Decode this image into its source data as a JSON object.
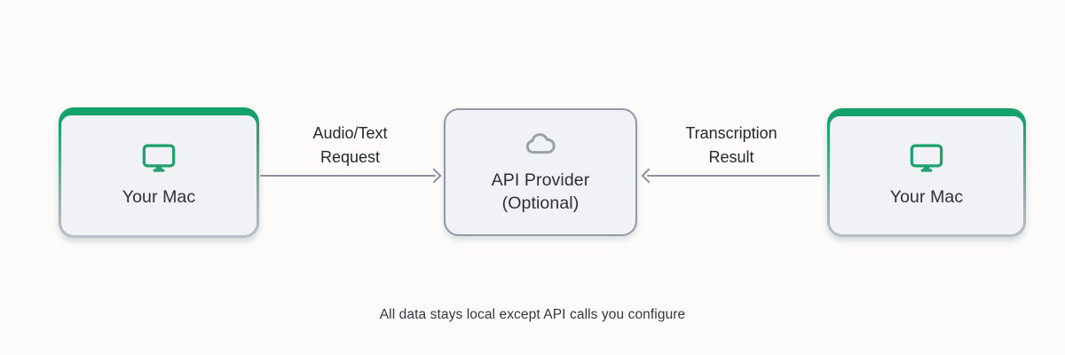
{
  "diagram": {
    "nodes": [
      {
        "id": "mac-left",
        "label": "Your Mac",
        "icon": "mac-display-icon",
        "style": "green"
      },
      {
        "id": "api-provider",
        "label_line1": "API Provider",
        "label_line2": "(Optional)",
        "icon": "cloud-icon",
        "style": "gray"
      },
      {
        "id": "mac-right",
        "label": "Your Mac",
        "icon": "mac-display-icon",
        "style": "green"
      }
    ],
    "arrows": [
      {
        "id": "request",
        "label_line1": "Audio/Text",
        "label_line2": "Request",
        "direction": "right"
      },
      {
        "id": "result",
        "label_line1": "Transcription",
        "label_line2": "Result",
        "direction": "left"
      }
    ],
    "caption": "All data stays local except API calls you configure"
  },
  "colors": {
    "green_accent": "#14a16c",
    "gray_border": "#9099a4",
    "arrow_gray": "#8b929d",
    "node_fill": "#f0f2f5",
    "text_dark": "#2b3036",
    "page_bg": "#fcfbfa"
  }
}
